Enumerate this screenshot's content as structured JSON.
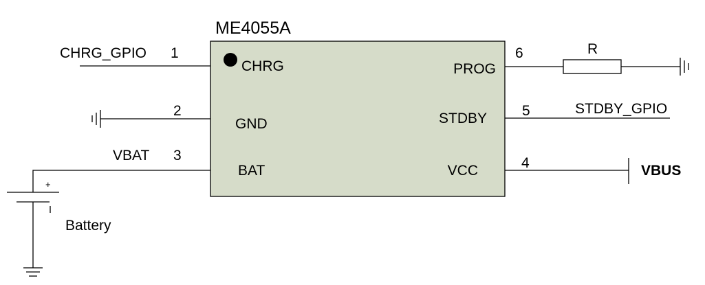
{
  "chip": {
    "name": "ME4055A",
    "body_color": "#d6dcc9",
    "pins": {
      "chrg": "CHRG",
      "gnd": "GND",
      "bat": "BAT",
      "prog": "PROG",
      "stdby": "STDBY",
      "vcc": "VCC"
    }
  },
  "pin_numbers": {
    "p1": "1",
    "p2": "2",
    "p3": "3",
    "p4": "4",
    "p5": "5",
    "p6": "6"
  },
  "nets": {
    "chrg_gpio": "CHRG_GPIO",
    "stdby_gpio": "STDBY_GPIO",
    "vbat": "VBAT",
    "vbus": "VBUS"
  },
  "components": {
    "resistor": "R",
    "battery": "Battery",
    "battery_plus": "+"
  },
  "icons": {
    "ground": "ground-symbol-icon",
    "pin1_marker": "pin1-dot-icon",
    "resistor": "resistor-icon",
    "battery": "battery-icon"
  }
}
